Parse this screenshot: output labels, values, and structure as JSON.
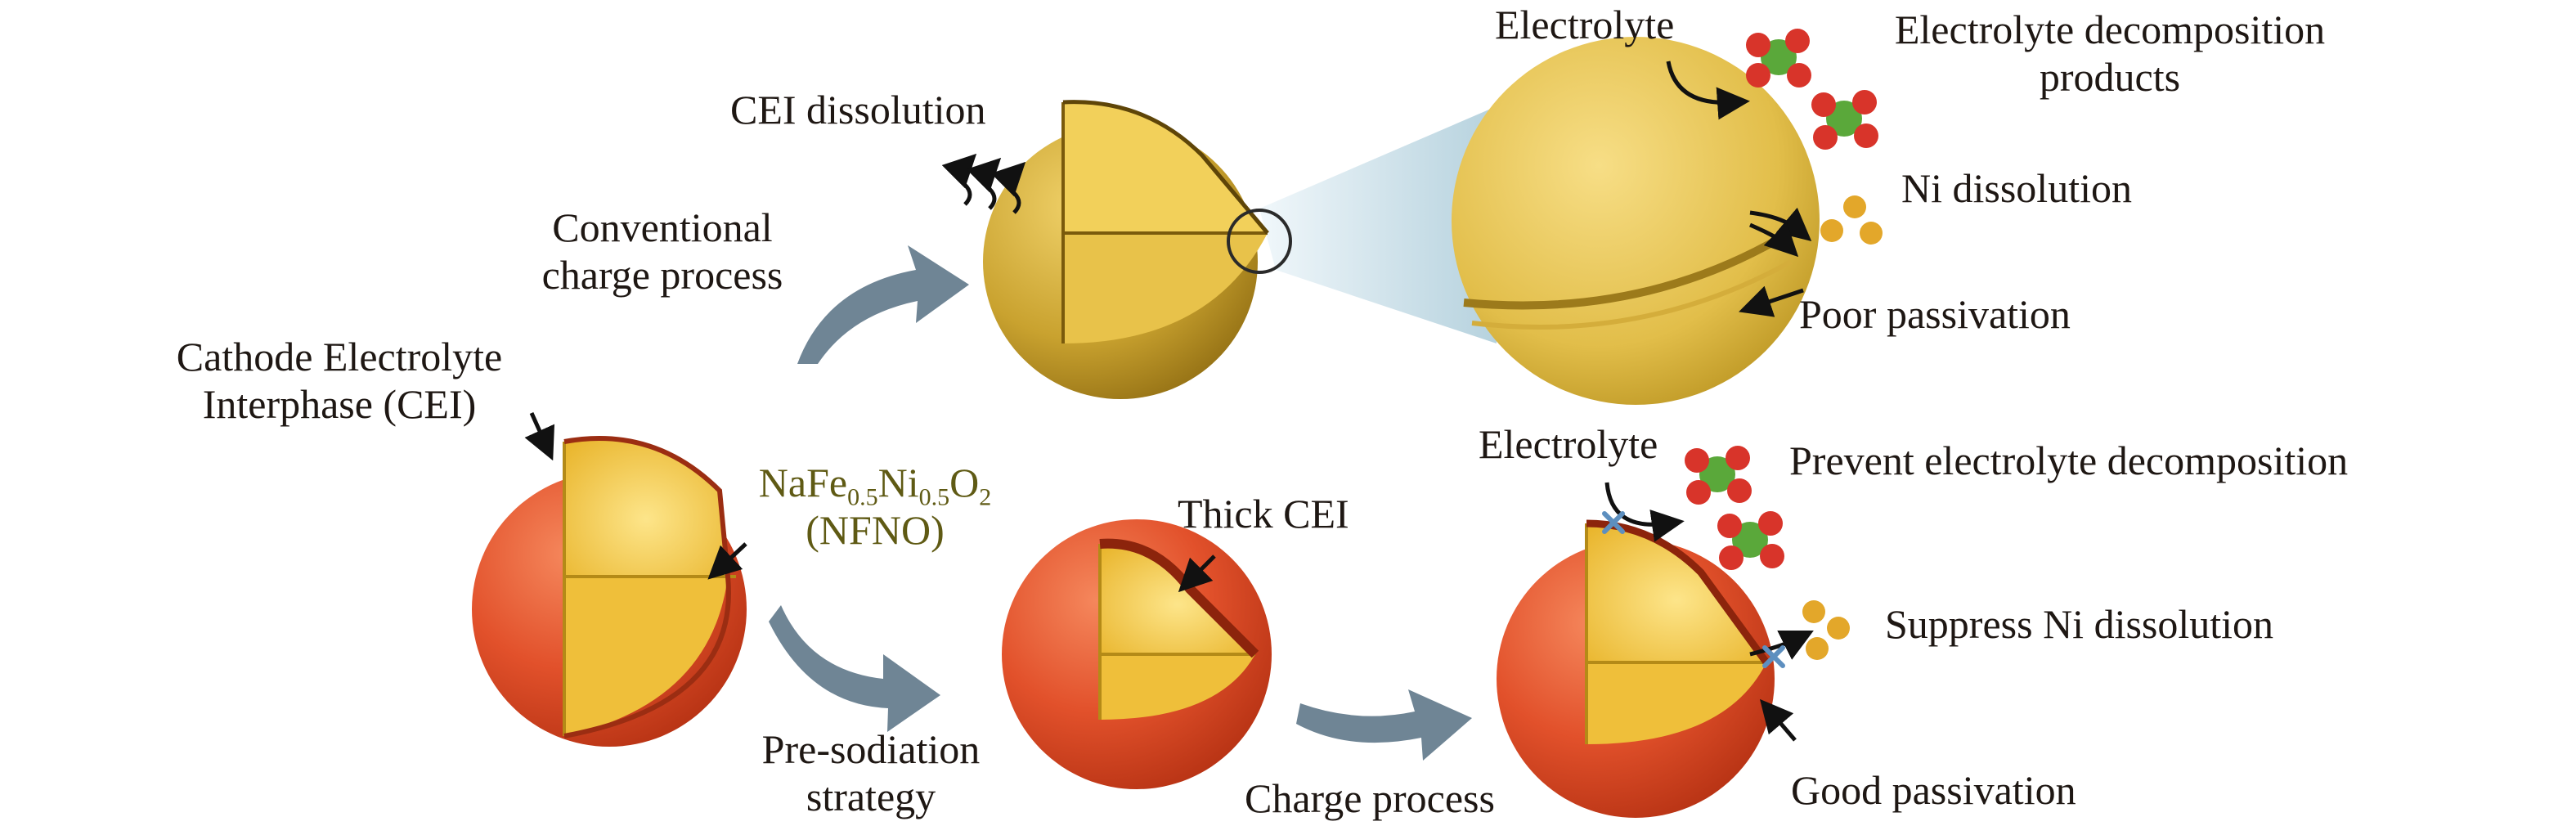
{
  "labels": {
    "cei_title_line1": "Cathode Electrolyte",
    "cei_title_line2": "Interphase (CEI)",
    "conventional_line1": "Conventional",
    "conventional_line2": "charge process",
    "cei_dissolution": "CEI dissolution",
    "electrolyte_top": "Electrolyte",
    "decomp_line1": "Electrolyte decomposition",
    "decomp_line2": "products",
    "ni_dissolution": "Ni dissolution",
    "poor_passivation": "Poor passivation",
    "nfno_formula": {
      "base1": "NaFe",
      "sub1": "0.5",
      "base2": "Ni",
      "sub2": "0.5",
      "base3": "O",
      "sub3": "2"
    },
    "nfno_abbrev": "(NFNO)",
    "thick_cei": "Thick CEI",
    "electrolyte_bottom": "Electrolyte",
    "prevent_decomp": "Prevent electrolyte decomposition",
    "suppress_ni": "Suppress Ni dissolution",
    "presodiation_line1": "Pre-sodiation",
    "presodiation_line2": "strategy",
    "charge_process": "Charge process",
    "good_passivation": "Good passivation"
  },
  "colors": {
    "cei_red": "#e2512b",
    "cei_red_dark": "#b93415",
    "core_yellow": "#f2c640",
    "core_yellow_light": "#fde58a",
    "degraded_gold": "#c9a22f",
    "degraded_gold_dark": "#8f6c12",
    "process_arrow": "#6f8595",
    "oxygen_red": "#d8342a",
    "carbon_green": "#5aa83a",
    "ni_gold": "#e3a72a",
    "blocked_x": "#5d8fbf",
    "text_dark": "#1e1713",
    "text_olive": "#5f5a14"
  },
  "icons": [
    "cathode-sphere",
    "process-arrow-icon",
    "molecule-icon",
    "nickel-ion-icon",
    "blocked-x-icon",
    "dissolution-wave-icon",
    "magnifier-circle-icon"
  ]
}
